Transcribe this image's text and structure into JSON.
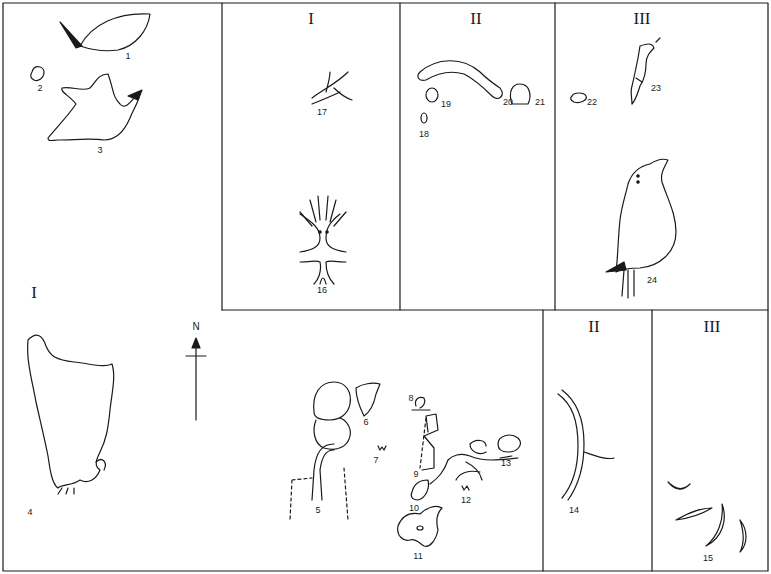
{
  "diagram": {
    "labels": [
      "1",
      "2",
      "3",
      "I",
      "I",
      "17",
      "16",
      "II",
      "20",
      "21",
      "19",
      "18",
      "III",
      "22",
      "23",
      "24",
      "N",
      "4",
      "5",
      "6",
      "7",
      "8",
      "9",
      "13",
      "10",
      "12",
      "11",
      "II",
      "14",
      "III",
      "15"
    ]
  }
}
